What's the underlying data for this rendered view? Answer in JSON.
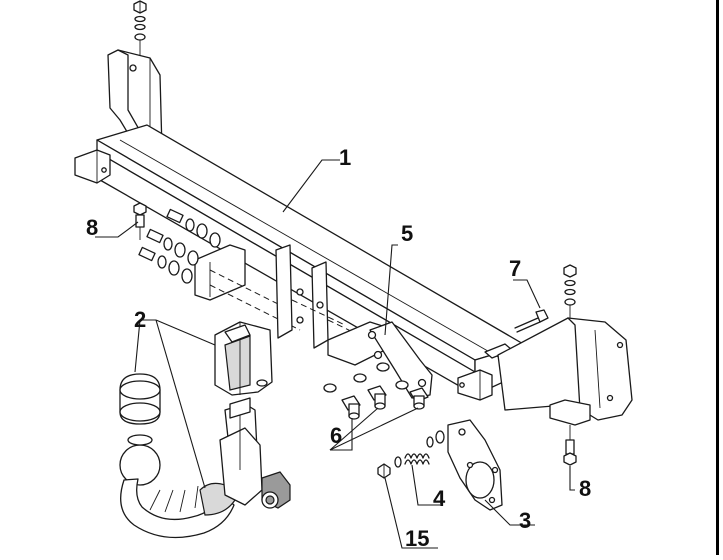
{
  "diagram": {
    "labels": {
      "p1": "1",
      "p2": "2",
      "p3": "3",
      "p4": "4",
      "p5": "5",
      "p6": "6",
      "p7": "7",
      "p8_left": "8",
      "p8_right": "8",
      "p15": "15"
    },
    "colors": {
      "line": "#1a1a1a",
      "shade": "#d9d9d9",
      "dark_shade": "#9a9a9a",
      "background": "#ffffff"
    }
  }
}
